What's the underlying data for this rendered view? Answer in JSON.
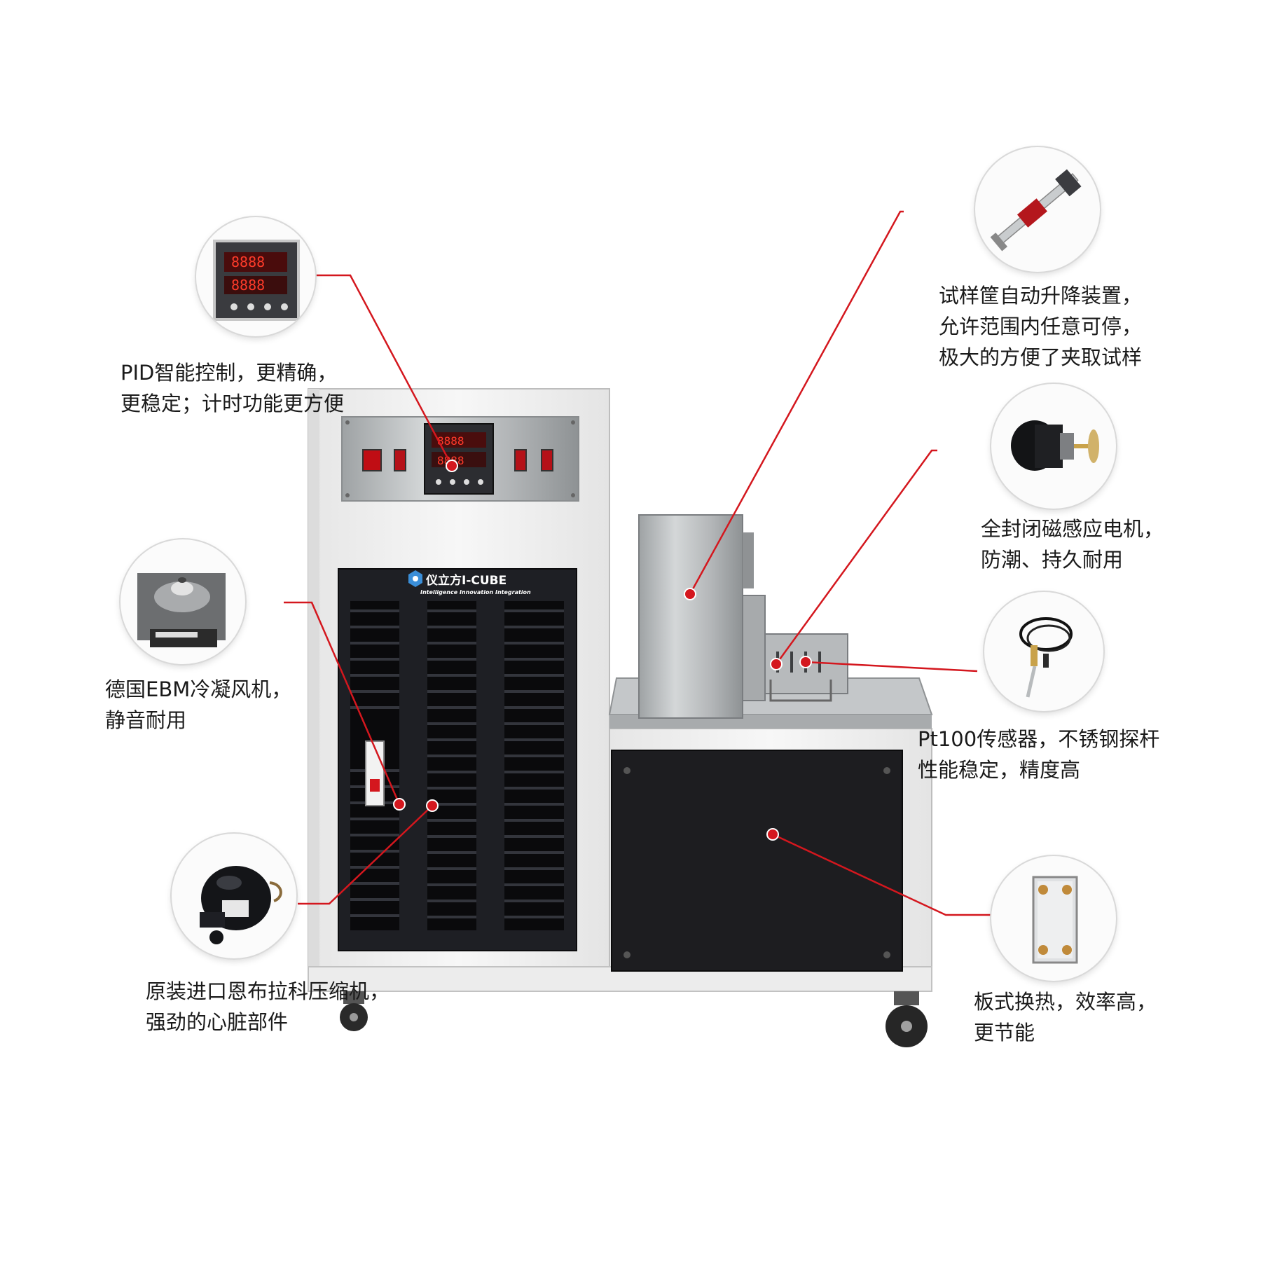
{
  "brand": {
    "name": "仪立方I-CUBE",
    "tagline": "Intelligence Innovation Integration"
  },
  "colors": {
    "accent_red": "#d4171e",
    "panel_dark": "#1e1f24",
    "body_white": "#f4f4f4",
    "steel": "#b9bcbd"
  },
  "callouts": [
    {
      "id": "pid",
      "icon": "pid-controller-icon",
      "lines": [
        "PID智能控制，更精确，",
        "更稳定；计时功能更方便"
      ]
    },
    {
      "id": "fan",
      "icon": "condenser-fan-icon",
      "lines": [
        "德国EBM冷凝风机，",
        "静音耐用"
      ]
    },
    {
      "id": "compressor",
      "icon": "compressor-icon",
      "lines": [
        "原装进口恩布拉科压缩机，",
        "强劲的心脏部件"
      ]
    },
    {
      "id": "lift",
      "icon": "lift-actuator-icon",
      "lines": [
        "试样筐自动升降装置，",
        "允许范围内任意可停，",
        "极大的方便了夹取试样"
      ]
    },
    {
      "id": "motor",
      "icon": "motor-icon",
      "lines": [
        "全封闭磁感应电机，",
        "防潮、持久耐用"
      ]
    },
    {
      "id": "sensor",
      "icon": "pt100-sensor-icon",
      "lines": [
        "Pt100传感器，不锈钢探杆",
        "性能稳定，精度高"
      ]
    },
    {
      "id": "exchanger",
      "icon": "heat-exchanger-icon",
      "lines": [
        "板式换热，效率高，",
        "更节能"
      ]
    }
  ]
}
